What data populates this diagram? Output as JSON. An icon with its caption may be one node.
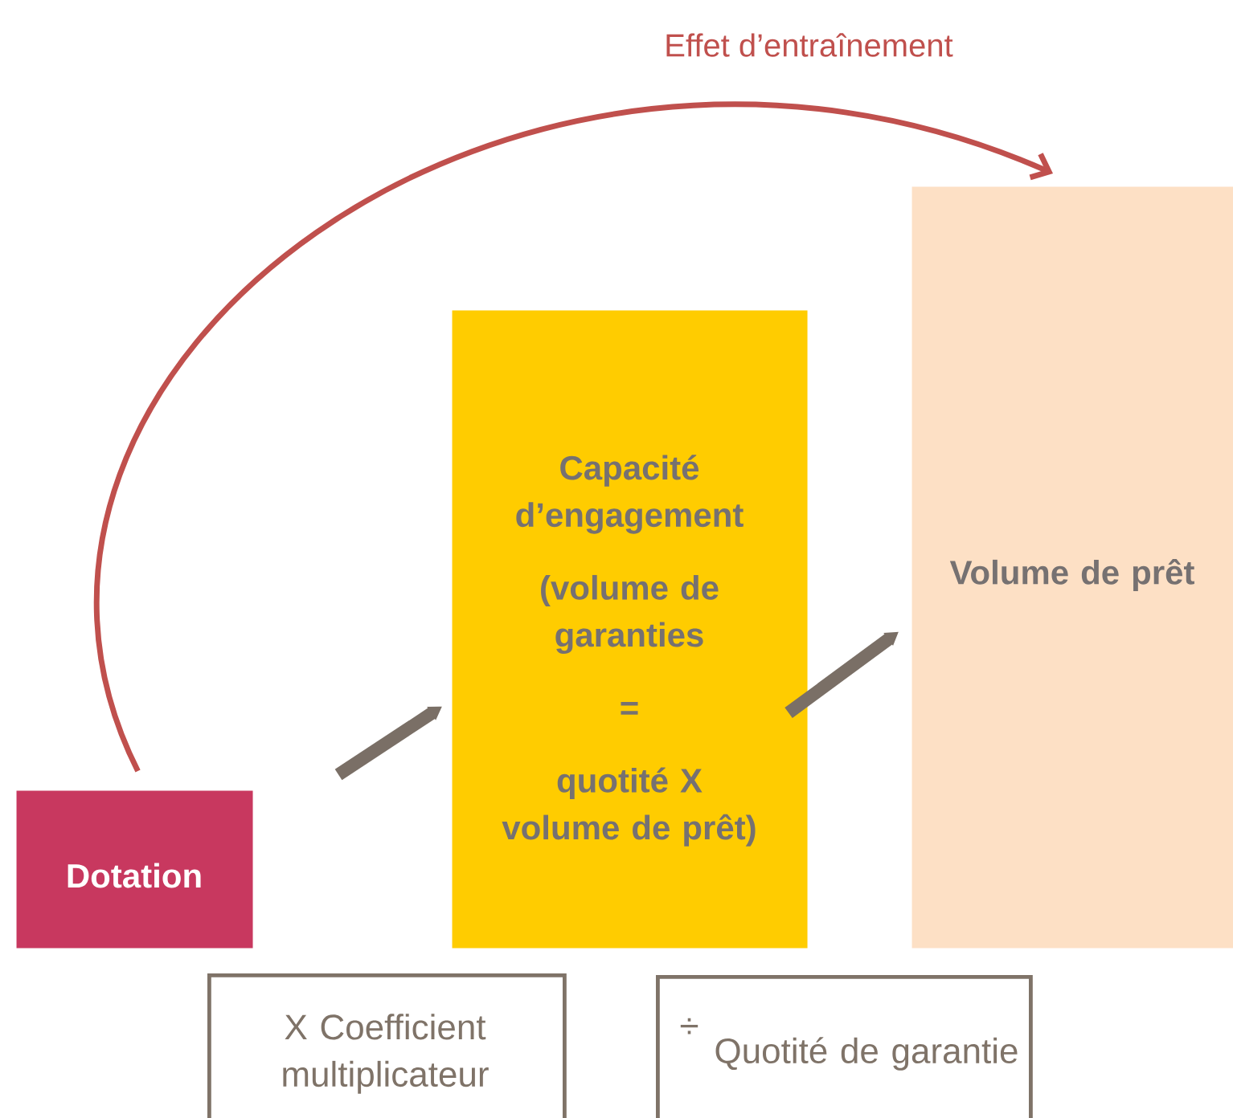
{
  "diagram": {
    "nodes": [
      {
        "text": [
          "Dotation"
        ]
      },
      {
        "text": [
          "Capacité d’engagement",
          "(volume de garanties",
          "=",
          "quotité X volume de prêt)"
        ]
      },
      {
        "text": [
          "Volume de prêt"
        ]
      },
      {
        "text": [
          "X Coefficient multiplicateur"
        ]
      },
      {
        "text": [
          "÷",
          "Quotité de garantie"
        ]
      }
    ],
    "edges": [
      {
        "from": 0,
        "to": 1,
        "arrow": "to"
      },
      {
        "from": 1,
        "to": 2,
        "arrow": "to"
      },
      {
        "from": 0,
        "to": 2,
        "arrow": "to",
        "label": "Effet d’entraînement",
        "color": "#c0504d"
      }
    ]
  }
}
